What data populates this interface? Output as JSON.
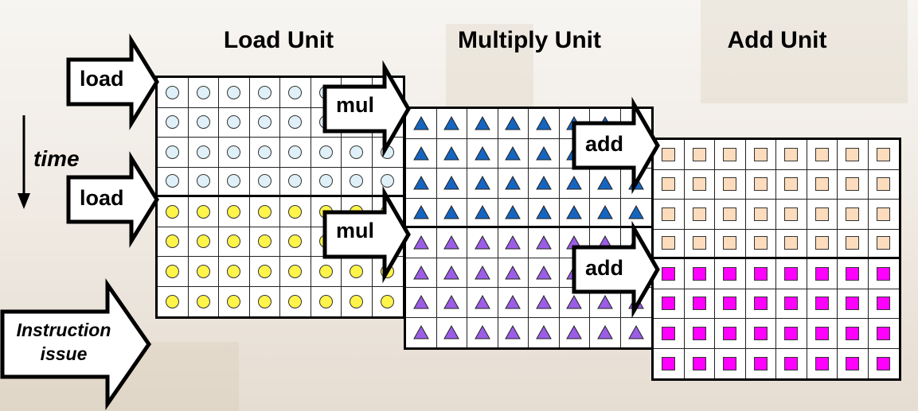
{
  "titles": {
    "load_unit": "Load Unit",
    "multiply_unit": "Multiply Unit",
    "add_unit": "Add Unit"
  },
  "time_label": "time",
  "instruction_issue_lines": [
    "Instruction",
    "issue"
  ],
  "arrows": {
    "load": "load",
    "mul": "mul",
    "add": "add"
  },
  "colors": {
    "load_first": "#dff0f8",
    "load_second": "#fff44a",
    "mul_first": "#1565c0",
    "mul_second": "#9b5de5",
    "add_first": "#fcdcbc",
    "add_second": "#ff00ff"
  },
  "unit_shapes": {
    "load": "circle",
    "multiply": "triangle",
    "add": "square"
  }
}
